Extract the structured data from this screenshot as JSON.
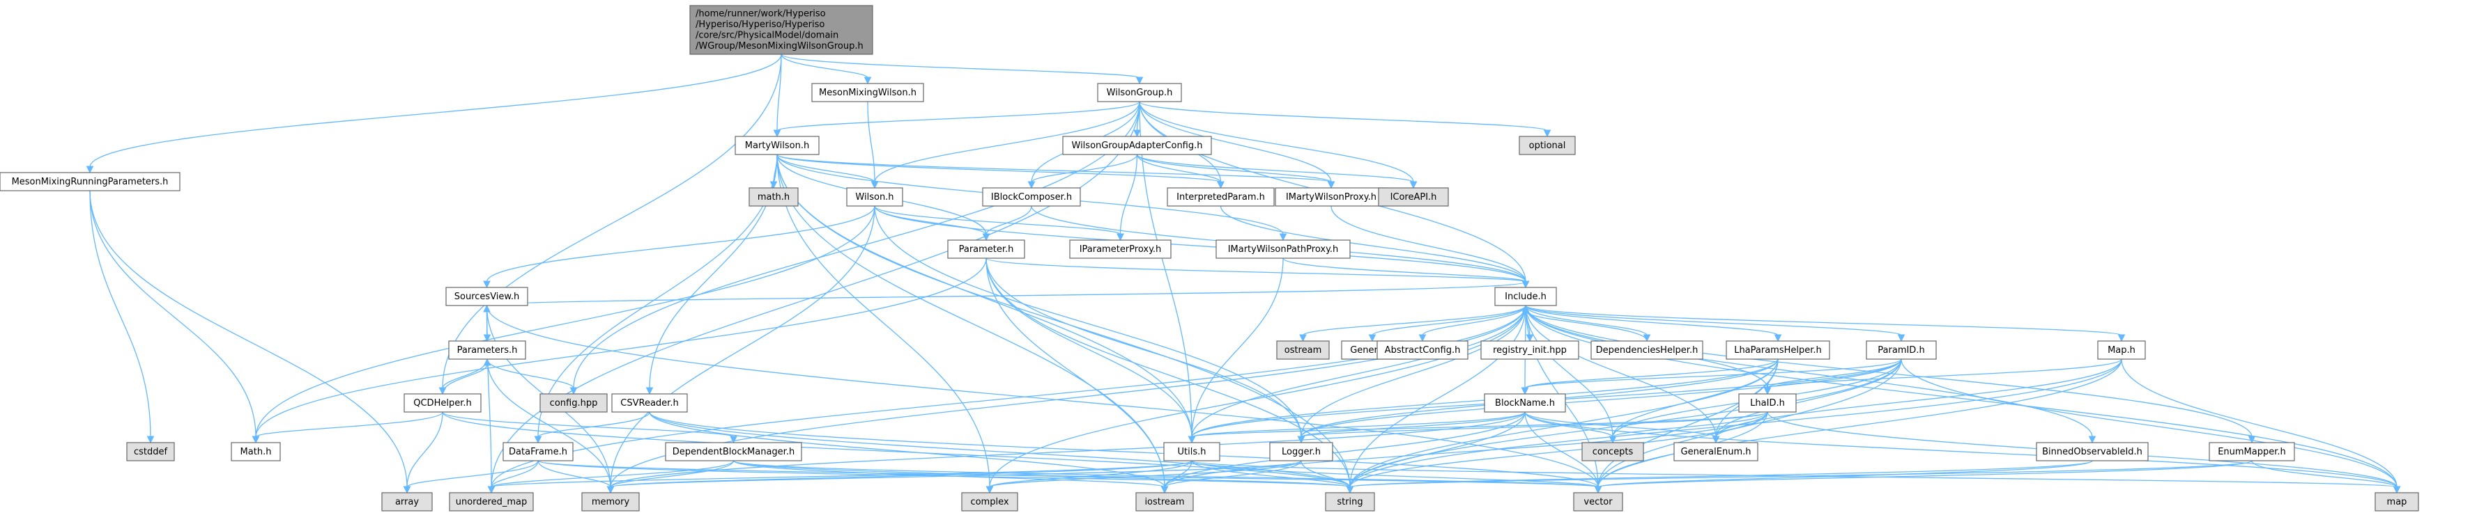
{
  "colors": {
    "edge": "#63b8ff",
    "root_fill": "#999999",
    "node_fill": "#ffffff",
    "external_fill": "#e0e0e0",
    "node_border": "#666666",
    "red_border": "#ff0000"
  },
  "nodes": [
    {
      "id": "root",
      "lines": [
        "/home/runner/work/Hyperiso",
        "/Hyperiso/Hyperiso/Hyperiso",
        "/core/src/PhysicalModel/domain",
        "/WGroup/MesonMixingWilsonGroup.h"
      ],
      "kind": "root"
    },
    {
      "id": "mesonmixingwilson",
      "lines": [
        "MesonMixingWilson.h"
      ],
      "kind": "normal"
    },
    {
      "id": "wilsongroup",
      "lines": [
        "WilsonGroup.h"
      ],
      "kind": "normal"
    },
    {
      "id": "mesonmixingrunning",
      "lines": [
        "MesonMixingRunningParameters.h"
      ],
      "kind": "normal"
    },
    {
      "id": "martywilson",
      "lines": [
        "MartyWilson.h"
      ],
      "kind": "normal"
    },
    {
      "id": "wgadapter",
      "lines": [
        "WilsonGroupAdapterConfig.h"
      ],
      "kind": "normal"
    },
    {
      "id": "optional",
      "lines": [
        "optional"
      ],
      "kind": "external"
    },
    {
      "id": "math_h",
      "lines": [
        "math.h"
      ],
      "kind": "external"
    },
    {
      "id": "wilson",
      "lines": [
        "Wilson.h"
      ],
      "kind": "normal"
    },
    {
      "id": "iblockcomposer",
      "lines": [
        "IBlockComposer.h"
      ],
      "kind": "red"
    },
    {
      "id": "interpretedparam",
      "lines": [
        "InterpretedParam.h"
      ],
      "kind": "normal"
    },
    {
      "id": "imartywilsonproxy",
      "lines": [
        "IMartyWilsonProxy.h"
      ],
      "kind": "red"
    },
    {
      "id": "icoreapi",
      "lines": [
        "ICoreAPI.h"
      ],
      "kind": "external"
    },
    {
      "id": "parameter",
      "lines": [
        "Parameter.h"
      ],
      "kind": "red"
    },
    {
      "id": "iparameterproxy",
      "lines": [
        "IParameterProxy.h"
      ],
      "kind": "red"
    },
    {
      "id": "imartywilsonpathproxy",
      "lines": [
        "IMartyWilsonPathProxy.h"
      ],
      "kind": "normal"
    },
    {
      "id": "include",
      "lines": [
        "Include.h"
      ],
      "kind": "normal"
    },
    {
      "id": "sourcesview",
      "lines": [
        "SourcesView.h"
      ],
      "kind": "red"
    },
    {
      "id": "parameters",
      "lines": [
        "Parameters.h"
      ],
      "kind": "red"
    },
    {
      "id": "ostream",
      "lines": [
        "ostream"
      ],
      "kind": "external"
    },
    {
      "id": "general",
      "lines": [
        "General.h"
      ],
      "kind": "normal"
    },
    {
      "id": "abstractconfig",
      "lines": [
        "AbstractConfig.h"
      ],
      "kind": "normal"
    },
    {
      "id": "registry",
      "lines": [
        "registry_init.hpp"
      ],
      "kind": "red"
    },
    {
      "id": "dependencieshelper",
      "lines": [
        "DependenciesHelper.h"
      ],
      "kind": "normal"
    },
    {
      "id": "lhaparamshelper",
      "lines": [
        "LhaParamsHelper.h"
      ],
      "kind": "red"
    },
    {
      "id": "paramid",
      "lines": [
        "ParamID.h"
      ],
      "kind": "red"
    },
    {
      "id": "map_h",
      "lines": [
        "Map.h"
      ],
      "kind": "normal"
    },
    {
      "id": "confighpp",
      "lines": [
        "config.hpp"
      ],
      "kind": "external"
    },
    {
      "id": "qcdhelper",
      "lines": [
        "QCDHelper.h"
      ],
      "kind": "normal"
    },
    {
      "id": "csvreader",
      "lines": [
        "CSVReader.h"
      ],
      "kind": "red"
    },
    {
      "id": "blockname",
      "lines": [
        "BlockName.h"
      ],
      "kind": "red"
    },
    {
      "id": "lhaid",
      "lines": [
        "LhaID.h"
      ],
      "kind": "red"
    },
    {
      "id": "cstddef",
      "lines": [
        "cstddef"
      ],
      "kind": "external"
    },
    {
      "id": "math_cap",
      "lines": [
        "Math.h"
      ],
      "kind": "red"
    },
    {
      "id": "dataframe",
      "lines": [
        "DataFrame.h"
      ],
      "kind": "red"
    },
    {
      "id": "dependentblockmanager",
      "lines": [
        "DependentBlockManager.h"
      ],
      "kind": "red"
    },
    {
      "id": "concepts",
      "lines": [
        "concepts"
      ],
      "kind": "external"
    },
    {
      "id": "utils",
      "lines": [
        "Utils.h"
      ],
      "kind": "red"
    },
    {
      "id": "logger",
      "lines": [
        "Logger.h"
      ],
      "kind": "red"
    },
    {
      "id": "generalenum",
      "lines": [
        "GeneralEnum.h"
      ],
      "kind": "normal"
    },
    {
      "id": "binnedobservableid",
      "lines": [
        "BinnedObservableId.h"
      ],
      "kind": "red"
    },
    {
      "id": "enummapper",
      "lines": [
        "EnumMapper.h"
      ],
      "kind": "normal"
    },
    {
      "id": "array",
      "lines": [
        "array"
      ],
      "kind": "external"
    },
    {
      "id": "unordered_map",
      "lines": [
        "unordered_map"
      ],
      "kind": "external"
    },
    {
      "id": "memory",
      "lines": [
        "memory"
      ],
      "kind": "external"
    },
    {
      "id": "complex",
      "lines": [
        "complex"
      ],
      "kind": "external"
    },
    {
      "id": "iostream",
      "lines": [
        "iostream"
      ],
      "kind": "external"
    },
    {
      "id": "string",
      "lines": [
        "string"
      ],
      "kind": "external"
    },
    {
      "id": "vector",
      "lines": [
        "vector"
      ],
      "kind": "external"
    },
    {
      "id": "map",
      "lines": [
        "map"
      ],
      "kind": "external"
    }
  ],
  "edges": [
    [
      "root",
      "mesonmixingwilson"
    ],
    [
      "root",
      "wilsongroup"
    ],
    [
      "root",
      "mesonmixingrunning"
    ],
    [
      "root",
      "martywilson"
    ],
    [
      "root",
      "qcdhelper"
    ],
    [
      "mesonmixingwilson",
      "wilson"
    ],
    [
      "wilsongroup",
      "wgadapter"
    ],
    [
      "wilsongroup",
      "optional"
    ],
    [
      "wilsongroup",
      "martywilson"
    ],
    [
      "wilsongroup",
      "wilson"
    ],
    [
      "wilsongroup",
      "iblockcomposer"
    ],
    [
      "wilsongroup",
      "interpretedparam"
    ],
    [
      "wilsongroup",
      "imartywilsonproxy"
    ],
    [
      "wilsongroup",
      "icoreapi"
    ],
    [
      "wilsongroup",
      "include"
    ],
    [
      "wilsongroup",
      "utils"
    ],
    [
      "wilsongroup",
      "confighpp"
    ],
    [
      "wilsongroup",
      "unordered_map"
    ],
    [
      "mesonmixingrunning",
      "math_cap"
    ],
    [
      "mesonmixingrunning",
      "cstddef"
    ],
    [
      "mesonmixingrunning",
      "array"
    ],
    [
      "martywilson",
      "math_h"
    ],
    [
      "martywilson",
      "wilson"
    ],
    [
      "martywilson",
      "interpretedparam"
    ],
    [
      "martywilson",
      "imartywilsonproxy"
    ],
    [
      "martywilson",
      "parameter"
    ],
    [
      "martywilson",
      "csvreader"
    ],
    [
      "martywilson",
      "dataframe"
    ],
    [
      "martywilson",
      "utils"
    ],
    [
      "martywilson",
      "complex"
    ],
    [
      "martywilson",
      "iostream"
    ],
    [
      "martywilson",
      "string"
    ],
    [
      "martywilson",
      "imartywilsonpathproxy"
    ],
    [
      "wgadapter",
      "iblockcomposer"
    ],
    [
      "wgadapter",
      "interpretedparam"
    ],
    [
      "wgadapter",
      "imartywilsonproxy"
    ],
    [
      "wgadapter",
      "icoreapi"
    ],
    [
      "wgadapter",
      "iparameterproxy"
    ],
    [
      "wilson",
      "parameter"
    ],
    [
      "wilson",
      "sourcesview"
    ],
    [
      "wilson",
      "iparameterproxy"
    ],
    [
      "wilson",
      "include"
    ],
    [
      "wilson",
      "math_cap"
    ],
    [
      "wilson",
      "logger"
    ],
    [
      "wilson",
      "memory"
    ],
    [
      "iblockcomposer",
      "parameter"
    ],
    [
      "iblockcomposer",
      "include"
    ],
    [
      "interpretedparam",
      "include"
    ],
    [
      "imartywilsonproxy",
      "include"
    ],
    [
      "imartywilsonpathproxy",
      "include"
    ],
    [
      "imartywilsonpathproxy",
      "utils"
    ],
    [
      "parameter",
      "include"
    ],
    [
      "parameter",
      "logger"
    ],
    [
      "parameter",
      "utils"
    ],
    [
      "parameter",
      "iostream"
    ],
    [
      "parameter",
      "string"
    ],
    [
      "parameter",
      "math_cap"
    ],
    [
      "include",
      "ostream"
    ],
    [
      "include",
      "general"
    ],
    [
      "include",
      "abstractconfig"
    ],
    [
      "include",
      "registry"
    ],
    [
      "include",
      "dependencieshelper"
    ],
    [
      "include",
      "lhaparamshelper"
    ],
    [
      "include",
      "paramid"
    ],
    [
      "include",
      "map_h"
    ],
    [
      "include",
      "blockname"
    ],
    [
      "include",
      "lhaid"
    ],
    [
      "include",
      "generalenum"
    ],
    [
      "include",
      "utils"
    ],
    [
      "include",
      "logger"
    ],
    [
      "include",
      "binnedobservableid"
    ],
    [
      "include",
      "enummapper"
    ],
    [
      "include",
      "memory"
    ],
    [
      "include",
      "complex"
    ],
    [
      "include",
      "string"
    ],
    [
      "include",
      "vector"
    ],
    [
      "include",
      "map"
    ],
    [
      "include",
      "unordered_map"
    ],
    [
      "include",
      "concepts"
    ],
    [
      "sourcesview",
      "parameters"
    ],
    [
      "sourcesview",
      "unordered_map"
    ],
    [
      "sourcesview",
      "memory"
    ],
    [
      "sourcesview",
      "vector"
    ],
    [
      "sourcesview",
      "include"
    ],
    [
      "parameters",
      "sourcesview"
    ],
    [
      "parameters",
      "qcdhelper"
    ],
    [
      "parameters",
      "confighpp"
    ],
    [
      "parameters",
      "memory"
    ],
    [
      "qcdhelper",
      "math_cap"
    ],
    [
      "qcdhelper",
      "array"
    ],
    [
      "qcdhelper",
      "parameters"
    ],
    [
      "qcdhelper",
      "dependentblockmanager"
    ],
    [
      "qcdhelper",
      "string"
    ],
    [
      "csvreader",
      "dataframe"
    ],
    [
      "csvreader",
      "string"
    ],
    [
      "csvreader",
      "vector"
    ],
    [
      "csvreader",
      "iostream"
    ],
    [
      "dataframe",
      "array"
    ],
    [
      "dataframe",
      "unordered_map"
    ],
    [
      "dataframe",
      "memory"
    ],
    [
      "dataframe",
      "string"
    ],
    [
      "dataframe",
      "vector"
    ],
    [
      "dependentblockmanager",
      "memory"
    ],
    [
      "dependentblockmanager",
      "unordered_map"
    ],
    [
      "dependentblockmanager",
      "string"
    ],
    [
      "dependentblockmanager",
      "vector"
    ],
    [
      "dependentblockmanager",
      "iostream"
    ],
    [
      "lhaparamshelper",
      "blockname"
    ],
    [
      "lhaparamshelper",
      "lhaid"
    ],
    [
      "lhaparamshelper",
      "generalenum"
    ],
    [
      "lhaparamshelper",
      "utils"
    ],
    [
      "lhaparamshelper",
      "logger"
    ],
    [
      "lhaparamshelper",
      "concepts"
    ],
    [
      "lhaparamshelper",
      "string"
    ],
    [
      "lhaparamshelper",
      "vector"
    ],
    [
      "paramid",
      "blockname"
    ],
    [
      "paramid",
      "lhaid"
    ],
    [
      "paramid",
      "generalenum"
    ],
    [
      "paramid",
      "utils"
    ],
    [
      "paramid",
      "logger"
    ],
    [
      "paramid",
      "concepts"
    ],
    [
      "paramid",
      "map"
    ],
    [
      "paramid",
      "string"
    ],
    [
      "paramid",
      "vector"
    ],
    [
      "map_h",
      "generalenum"
    ],
    [
      "map_h",
      "map"
    ],
    [
      "map_h",
      "string"
    ],
    [
      "map_h",
      "vector"
    ],
    [
      "map_h",
      "lhaid"
    ],
    [
      "blockname",
      "generalenum"
    ],
    [
      "blockname",
      "utils"
    ],
    [
      "blockname",
      "logger"
    ],
    [
      "blockname",
      "concepts"
    ],
    [
      "blockname",
      "map"
    ],
    [
      "blockname",
      "string"
    ],
    [
      "blockname",
      "vector"
    ],
    [
      "blockname",
      "iostream"
    ],
    [
      "blockname",
      "memory"
    ],
    [
      "lhaid",
      "generalenum"
    ],
    [
      "lhaid",
      "utils"
    ],
    [
      "lhaid",
      "logger"
    ],
    [
      "lhaid",
      "concepts"
    ],
    [
      "lhaid",
      "map"
    ],
    [
      "lhaid",
      "string"
    ],
    [
      "lhaid",
      "vector"
    ],
    [
      "lhaid",
      "iostream"
    ],
    [
      "utils",
      "complex"
    ],
    [
      "utils",
      "iostream"
    ],
    [
      "utils",
      "string"
    ],
    [
      "utils",
      "vector"
    ],
    [
      "utils",
      "map"
    ],
    [
      "utils",
      "memory"
    ],
    [
      "utils",
      "unordered_map"
    ],
    [
      "logger",
      "iostream"
    ],
    [
      "logger",
      "string"
    ],
    [
      "logger",
      "memory"
    ],
    [
      "logger",
      "complex"
    ],
    [
      "binnedobservableid",
      "vector"
    ],
    [
      "binnedobservableid",
      "string"
    ],
    [
      "enummapper",
      "map"
    ],
    [
      "enummapper",
      "string"
    ],
    [
      "enummapper",
      "vector"
    ],
    [
      "dependencieshelper",
      "include"
    ]
  ]
}
